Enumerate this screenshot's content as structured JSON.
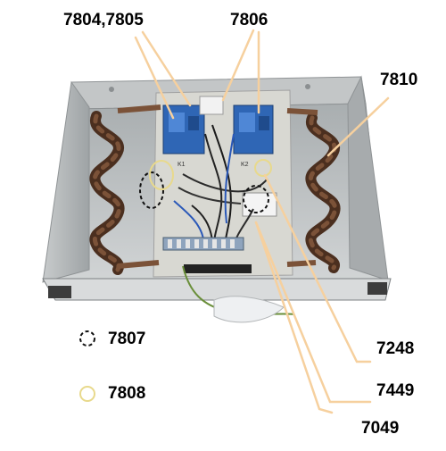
{
  "labels": {
    "l7804_7805": "7804,7805",
    "l7806": "7806",
    "l7810": "7810",
    "l7248": "7248",
    "l7449": "7449",
    "l7049": "7049"
  },
  "legend": {
    "dashed_label": "7807",
    "solid_label": "7808"
  },
  "terminal_text": {
    "k1": "K1",
    "k2": "K2"
  },
  "colors": {
    "leader": "#f6d09e",
    "solid_circle": "#e8d98c",
    "enclosure": "#b9bcbd",
    "coil": "#5a3a26",
    "relay": "#2e63b0"
  }
}
